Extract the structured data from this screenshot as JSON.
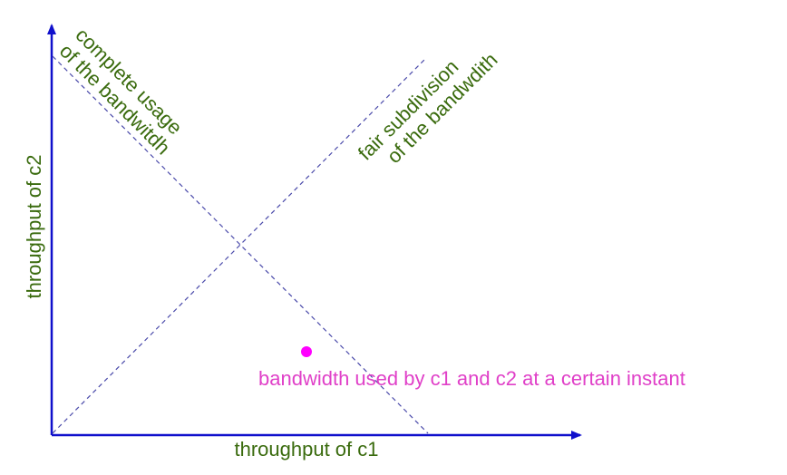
{
  "diagram": {
    "x_axis_label": "throughput of c1",
    "y_axis_label": "throughput of c2",
    "complete_usage_line1": "complete usage",
    "complete_usage_line2": "of the bandwitdh",
    "fair_line1": "fair subdivision",
    "fair_line2": "of the bandwdith",
    "point_label": "bandwidth used by c1 and c2 at a certain instant"
  },
  "colors": {
    "axis": "#1010cc",
    "dashed": "#4a4aaa",
    "label_green": "#3a6b0e",
    "point": "#ff00ff",
    "point_label": "#e040c8"
  }
}
